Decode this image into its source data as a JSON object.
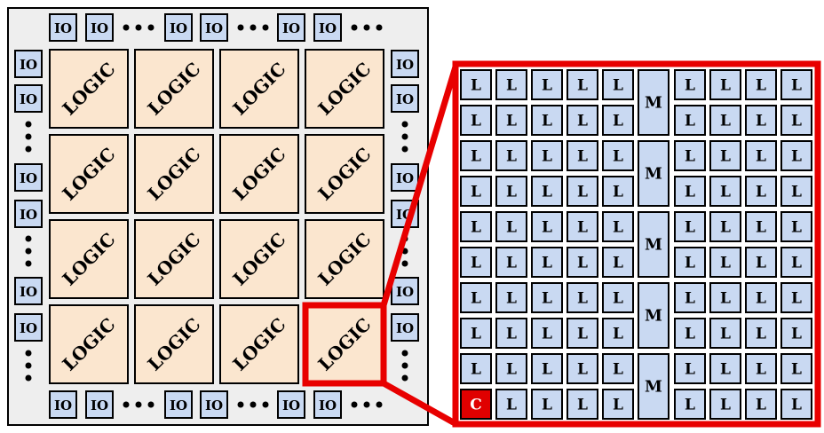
{
  "chip": {
    "io_label": "IO",
    "logic_label": "LOGIC",
    "ellipsis": "•••"
  },
  "zoom": {
    "lut_label": "L",
    "mem_label": "M",
    "ctrl_label": "C"
  },
  "colors": {
    "chip_fill": "#eeeeee",
    "logic_fill": "#fbe6cf",
    "io_fill": "#c9d9f2",
    "cell_fill": "#c9d9f2",
    "ctrl_fill": "#e00000",
    "highlight": "#e80000",
    "stroke": "#000000",
    "ctrl_text": "#ffffff"
  }
}
